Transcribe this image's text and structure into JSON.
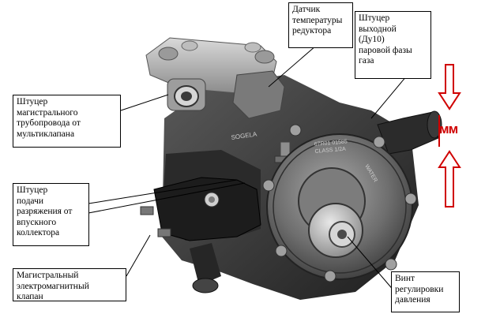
{
  "labels": {
    "temperature_sensor": "Датчик\nтемпературы\nредуктора",
    "outlet_fitting": "Штуцер\nвыходной\n(Ду10)\nпаровой фазы\nгаза",
    "trunk_fitting": "Штуцер\nмагистрального\nтрубопровода от\nмультиклапана",
    "vacuum_fitting": "Штуцер\nподачи\nразряжения от\nвпускного\nколлектора",
    "solenoid_valve": "Магистральный\nэлектромагнитный\nклапан",
    "adjust_screw": "Винт\nрегулировки\nдавления"
  },
  "dimension_mark": "мм",
  "casting_text": {
    "top": "SOGELA",
    "plate": "67R01 01585\nCLASS 1/2A",
    "water": "WATER"
  },
  "colors": {
    "accent": "#d00000",
    "metal_dark": "#3a3a3a",
    "metal_light": "#c8c8c8"
  }
}
